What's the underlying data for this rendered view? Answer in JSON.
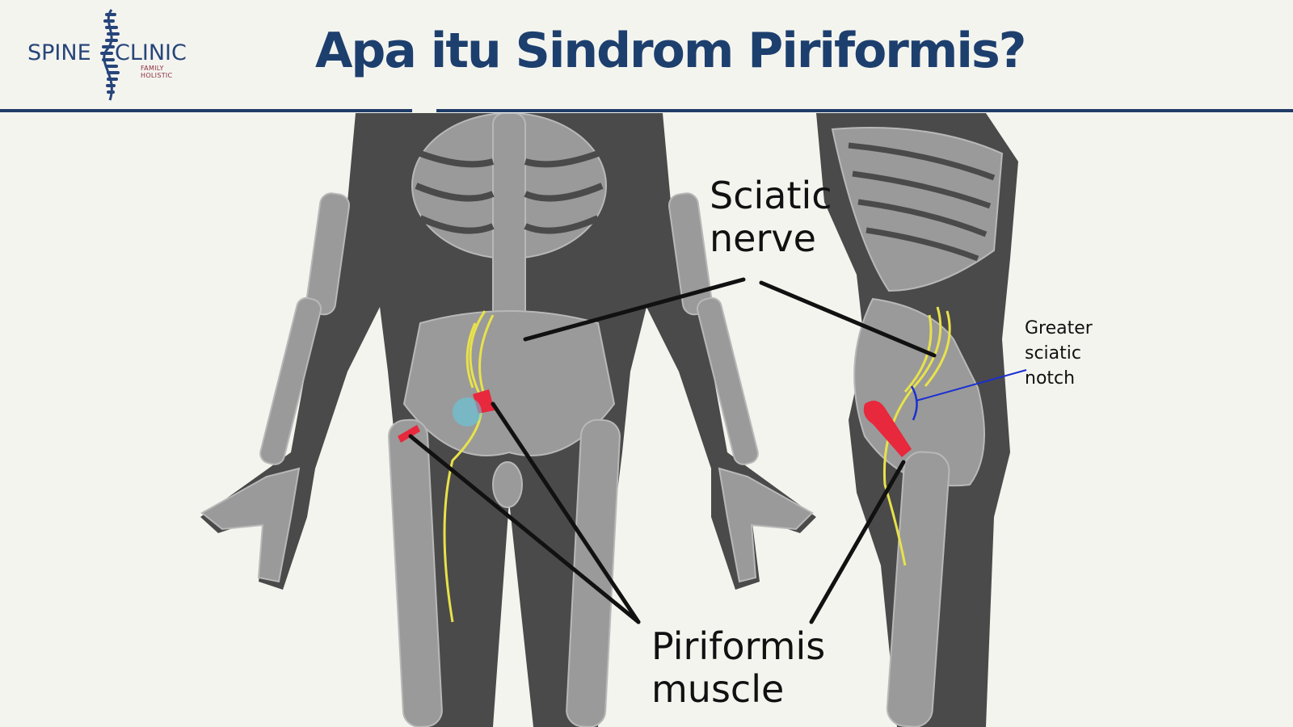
{
  "logo": {
    "brand_left": "SPINE",
    "brand_right": "CLINIC",
    "tagline": "FAMILY HOLISTIC",
    "brand_color": "#27457a",
    "tagline_color": "#8b2c3b"
  },
  "title": "Apa itu Sindrom Piriformis?",
  "labels": {
    "sciatic_nerve": [
      "Sciatic",
      "nerve"
    ],
    "piriformis_muscle": [
      "Piriformis",
      "muscle"
    ],
    "greater_sciatic_notch": [
      "Greater",
      "sciatic",
      "notch"
    ]
  },
  "colors": {
    "title": "#1d3f6e",
    "rule": "#1f3b68",
    "body_silhouette": "#4a4a4a",
    "bone": "#9a9a9a",
    "nerve": "#e8e24a",
    "muscle": "#e8283c",
    "notch_marker": "#1a2fd0",
    "background": "#f4f4ef"
  },
  "icons": [
    "spine-logo-icon"
  ]
}
